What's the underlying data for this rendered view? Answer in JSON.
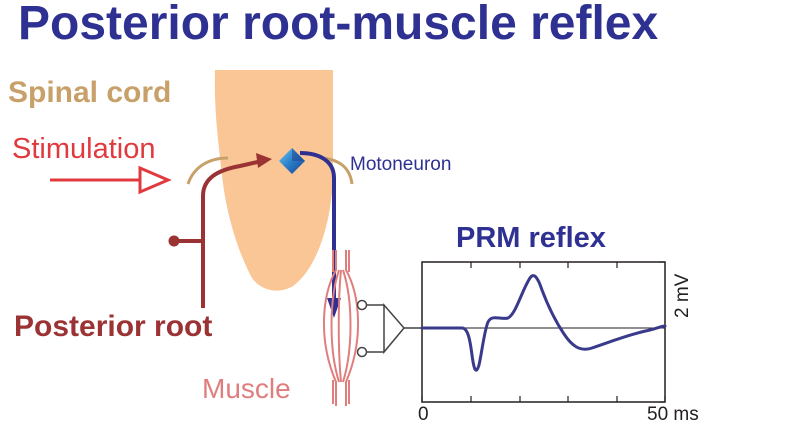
{
  "title": "Posterior root-muscle reflex",
  "labels": {
    "spinal_cord": "Spinal cord",
    "stimulation": "Stimulation",
    "motoneuron": "Motoneuron",
    "prm_reflex": "PRM reflex",
    "posterior_root": "Posterior root",
    "muscle": "Muscle"
  },
  "plot": {
    "x_tick_start": "0",
    "x_tick_end": "50 ms",
    "scale_label": "2 mV"
  },
  "colors": {
    "title": "#2e3192",
    "spinal_cord_fill": "#fbc696",
    "spinal_cord_label": "#c8a06a",
    "stimulation": "#e03a3e",
    "posterior_root": "#9b3335",
    "motoneuron": "#2e3192",
    "muscle": "#e07e7e",
    "trace": "#3a3a8c"
  }
}
